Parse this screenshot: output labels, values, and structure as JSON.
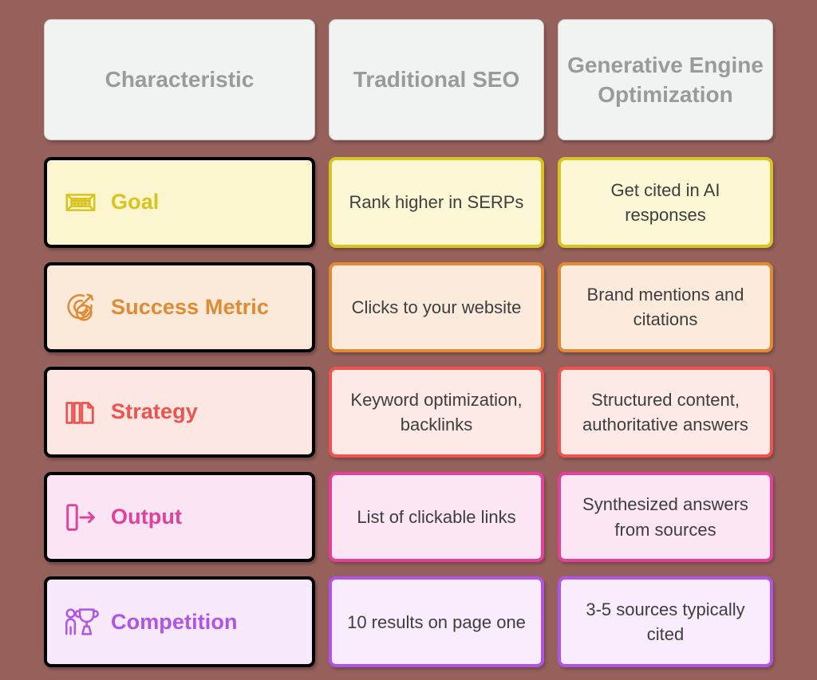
{
  "theme": {
    "background": "#96605b",
    "header_bg": "#f1f2f2",
    "header_text": "#9a9a9a",
    "body_text": "#3e3e3e",
    "label_border": "#000000"
  },
  "header": {
    "cells": [
      {
        "label": "Characteristic"
      },
      {
        "label": "Traditional SEO"
      },
      {
        "label": "Generative Engine Optimization"
      }
    ]
  },
  "rows": [
    {
      "icon": "soccer-goal-icon",
      "label": "Goal",
      "accent": "#d9c320",
      "label_bg": "#fbf6cf",
      "cell_bg": "#fcf8d6",
      "traditional": "Rank higher in SERPs",
      "generative": "Get cited in AI responses"
    },
    {
      "icon": "target-check-icon",
      "label": "Success Metric",
      "accent": "#e08a34",
      "label_bg": "#fbead9",
      "cell_bg": "#fcebdd",
      "traditional": "Clicks to your website",
      "generative": "Brand mentions and citations"
    },
    {
      "icon": "books-shelf-icon",
      "label": "Strategy",
      "accent": "#ef5350",
      "label_bg": "#fce7e3",
      "cell_bg": "#fde9e5",
      "traditional": "Keyword optimization, backlinks",
      "generative": "Structured content, authoritative answers"
    },
    {
      "icon": "output-arrow-icon",
      "label": "Output",
      "accent": "#e3409b",
      "label_bg": "#fbe4f4",
      "cell_bg": "#fce6f4",
      "traditional": "List of clickable links",
      "generative": "Synthesized answers from sources"
    },
    {
      "icon": "person-trophy-icon",
      "label": "Competition",
      "accent": "#b054e8",
      "label_bg": "#f8eafc",
      "cell_bg": "#f9ecfd",
      "traditional": "10 results on page one",
      "generative": "3-5 sources typically cited"
    }
  ]
}
